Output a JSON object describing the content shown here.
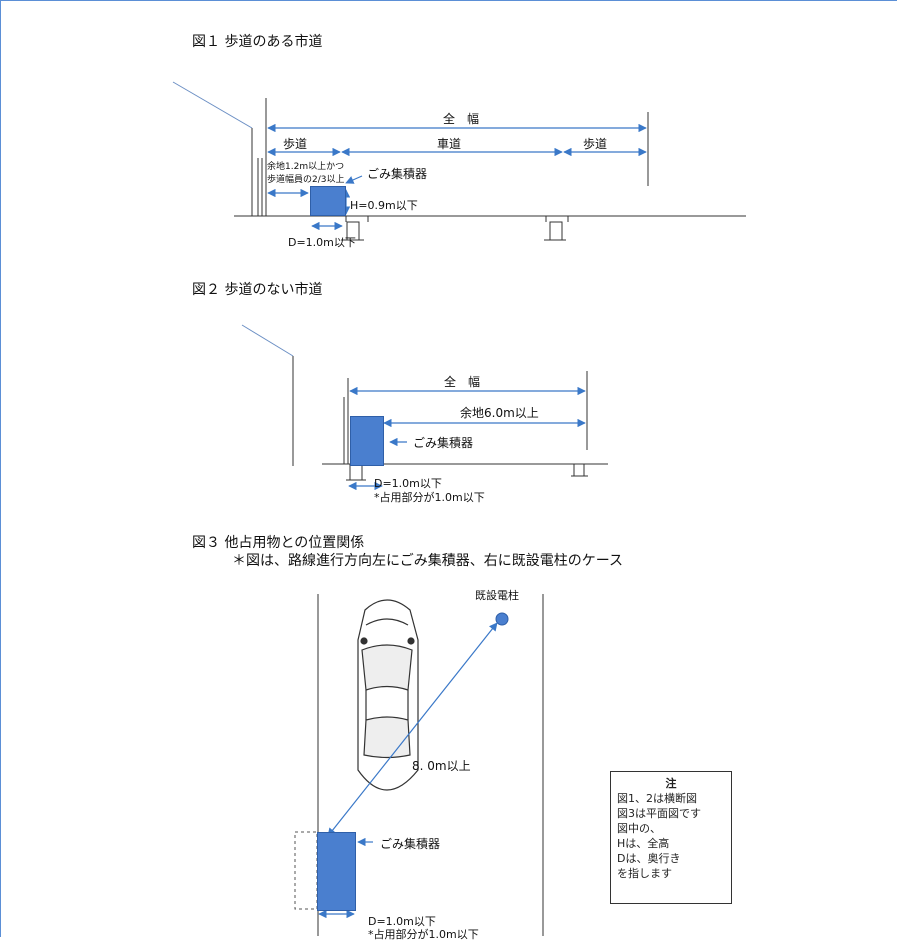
{
  "fig1": {
    "title": "図１ 歩道のある市道",
    "full_width": "全　幅",
    "sidewalk_left": "歩道",
    "roadway": "車道",
    "sidewalk_right": "歩道",
    "margin_line1": "余地1.2m以上かつ",
    "margin_line2": "歩道幅員の2/3以上",
    "collector": "ごみ集積器",
    "height": "H=0.9m以下",
    "depth": "D=1.0m以下"
  },
  "fig2": {
    "title": "図２ 歩道のない市道",
    "full_width": "全　幅",
    "margin": "余地6.0m以上",
    "collector": "ごみ集積器",
    "depth": "D=1.0m以下",
    "occupied": "*占用部分が1.0m以下"
  },
  "fig3": {
    "title": "図３ 他占用物との位置関係",
    "subtitle": "＊図は、路線進行方向左にごみ集積器、右に既設電柱のケース",
    "pole": "既設電柱",
    "distance": "8. 0m以上",
    "collector": "ごみ集積器",
    "depth": "D=1.0m以下",
    "occupied": "*占用部分が1.0m以下"
  },
  "note": {
    "heading": "注",
    "lines": [
      "図1、2は横断図",
      "図3は平面図です",
      "図中の、",
      "Hは、全高",
      "Dは、奥行き",
      "を指します"
    ]
  },
  "colors": {
    "accent": "#4a7fcf",
    "arrow": "#3a78c8"
  }
}
